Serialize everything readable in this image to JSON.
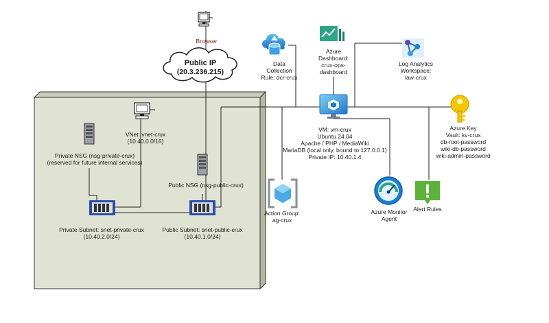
{
  "browser": {
    "label": "Browser"
  },
  "public_ip": {
    "title": "Public IP",
    "address": "(20.3.236.215)"
  },
  "data_collection": {
    "lines": [
      "Data",
      "Collection",
      "Rule: dcr-crux"
    ]
  },
  "dashboard": {
    "lines": [
      "Azure",
      "Dashboard:",
      "crux-ops-",
      "dashboard"
    ]
  },
  "log_analytics": {
    "lines": [
      "Log Analytics",
      "Workspace:",
      "law-crux"
    ]
  },
  "vm": {
    "lines": [
      "VM: vm-crux",
      "Ubuntu 24.04",
      "Apache / PHP / MediaWiki",
      "MariaDB (local only, bound to 127.0.0.1)",
      "Private IP: 10.40.1.4"
    ]
  },
  "key_vault": {
    "lines": [
      "Azure Key",
      "Vault: kv-crux",
      "db-root-password",
      "wiki-db-password",
      "wiki-admin-password"
    ]
  },
  "vnet": {
    "lines": [
      "VNet: vnet-crux",
      "(10.40.0.0/16)"
    ]
  },
  "private_nsg": {
    "lines": [
      "Private NSG (nsg-private-crux)",
      "(reserved for future internal services)"
    ]
  },
  "public_nsg": {
    "lines": [
      "Public NSG (nsg-public-crux)"
    ]
  },
  "private_subnet": {
    "lines": [
      "Private Subnet: snet-private-crux",
      "(10.40.2.0/24)"
    ]
  },
  "public_subnet": {
    "lines": [
      "Public Subnet: snet-public-crux",
      "(10.40.1.0/24)"
    ]
  },
  "action_group": {
    "lines": [
      "Action Group:",
      "ag-crux"
    ]
  },
  "monitor_agent": {
    "lines": [
      "Azure Monitor",
      "Agent"
    ]
  },
  "alert_rules": {
    "lines": [
      "Alert Rules"
    ]
  },
  "colors": {
    "vnet_fill": "#e0e3d3",
    "vnet_border": "#333333",
    "azure_blue": "#1c7fd6",
    "alert_green": "#5db23a",
    "key_yellow": "#f6c700"
  }
}
